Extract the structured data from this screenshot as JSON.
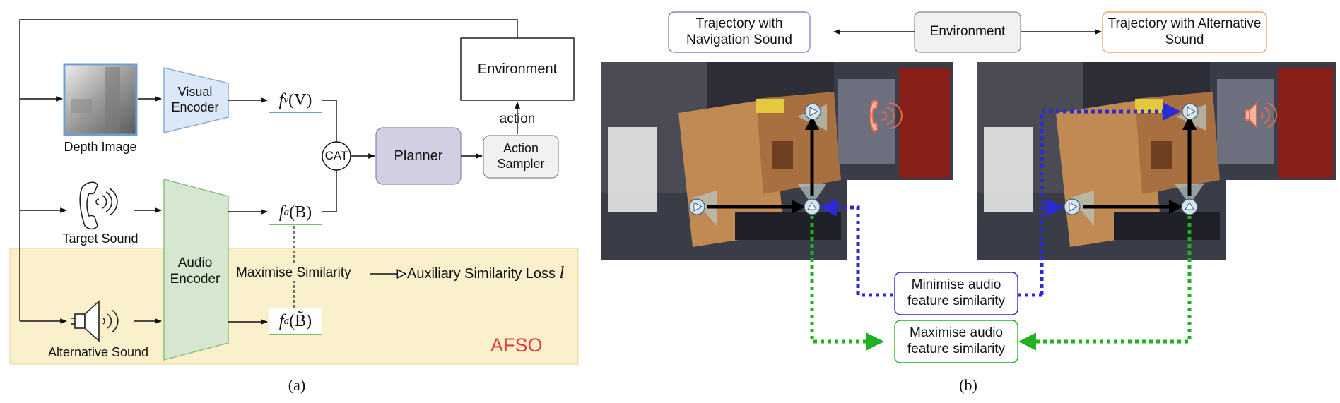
{
  "panel_a": {
    "caption": "(a)",
    "environment": "Environment",
    "action": "action",
    "action_sampler": "Action Sampler",
    "planner": "Planner",
    "cat": "CAT",
    "visual_encoder": "Visual Encoder",
    "audio_encoder": "Audio Encoder",
    "depth_image": "Depth Image",
    "target_sound": "Target Sound",
    "alternative_sound": "Alternative Sound",
    "feat_visual_fn": "f",
    "feat_visual_sub": "v",
    "feat_visual_arg": "(V)",
    "feat_target_fn": "f",
    "feat_target_sub": "a",
    "feat_target_arg": "(B)",
    "feat_alt_fn": "f",
    "feat_alt_sub": "a",
    "feat_alt_arg": "(B̃)",
    "maximise_similarity": "Maximise Similarity",
    "aux_loss": "Auxiliary Similarity Loss",
    "aux_loss_symbol": "l",
    "afso": "AFSO",
    "colors": {
      "afso_region": "#fbf0cc",
      "afso_text": "#e53935",
      "visual_encoder": "#dbe8f7",
      "audio_encoder": "#d5e8cf",
      "planner": "#d3cfe3"
    }
  },
  "panel_b": {
    "caption": "(b)",
    "environment": "Environment",
    "traj_nav": "Trajectory with Navigation Sound",
    "traj_alt": "Trajectory with Alternative Sound",
    "minimise": "Minimise audio feature similarity",
    "maximise": "Maximise audio feature similarity",
    "colors": {
      "minimise": "#2b2bd6",
      "maximise": "#22b022",
      "traj_nav_border": "#9b7cc0",
      "traj_alt_border": "#f1a46a"
    }
  }
}
